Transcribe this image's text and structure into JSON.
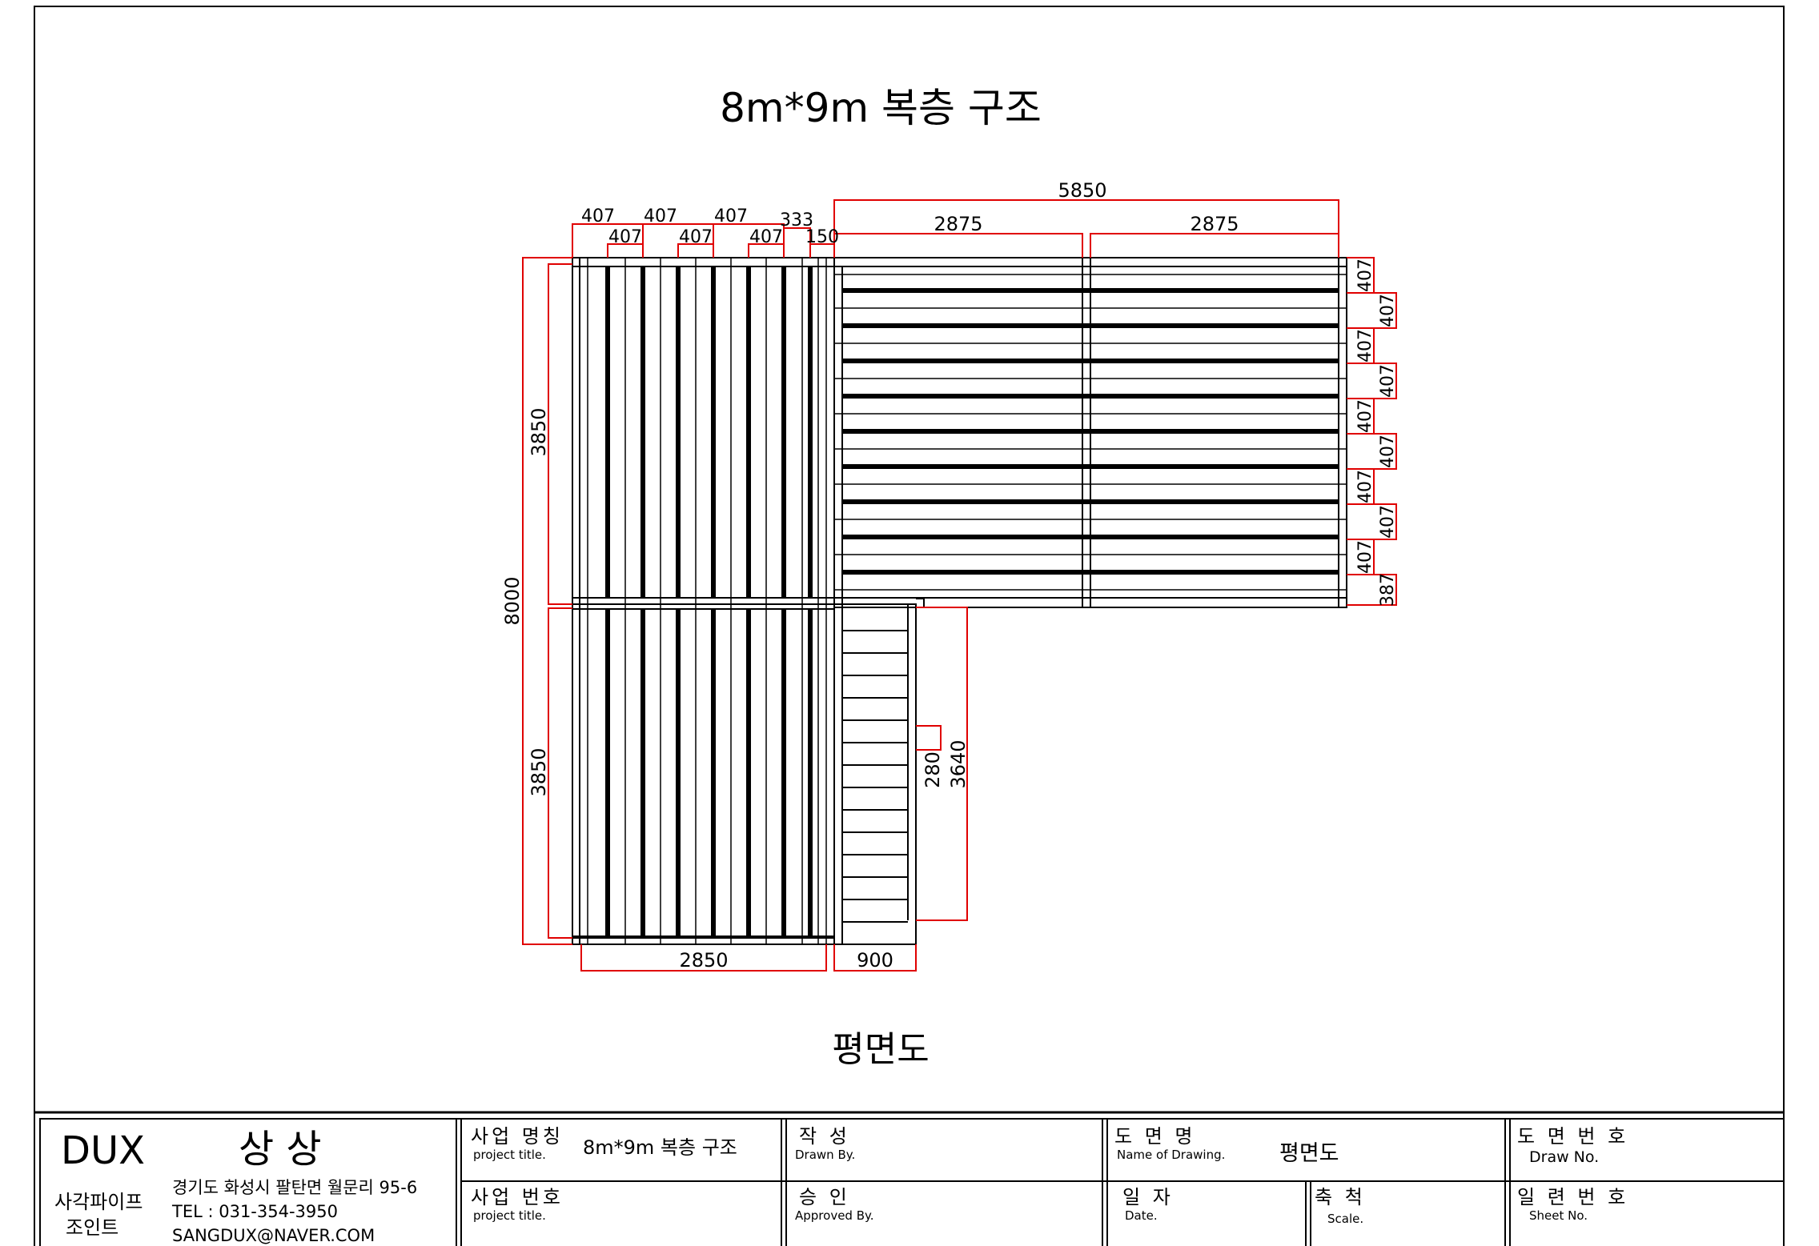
{
  "drawing": {
    "title": "8m*9m  복층 구조",
    "subtitle": "평면도",
    "dimensions": {
      "top_total": "5850",
      "top_halves": [
        "2875",
        "2875"
      ],
      "top_bays_upper": [
        "407",
        "407",
        "407",
        "333"
      ],
      "top_bays_lower": [
        "407",
        "407",
        "407",
        "150"
      ],
      "right_bays": [
        "407",
        "407",
        "407",
        "407",
        "407",
        "407",
        "407",
        "407",
        "407",
        "387"
      ],
      "left_total": "8000",
      "left_upper": "3850",
      "left_lower": "3850",
      "bottom_left": "2850",
      "bottom_stair": "900",
      "stair_step": "280",
      "stair_length": "3640"
    }
  },
  "title_block": {
    "company": "DUX",
    "company_ko": "상 상",
    "product_line1": "사각파이프",
    "product_line2": "조인트",
    "address": "경기도 화성시 팔탄면 월문리 95-6",
    "tel": "TEL : 031-354-3950",
    "email": "SANGDUX@NAVER.COM",
    "project_name_label": "사업 명칭",
    "project_name_sub": "project title.",
    "project_name_value": "8m*9m  복층 구조",
    "project_no_label": "사업 번호",
    "project_no_sub": "project title.",
    "drawn_label": "작    성",
    "drawn_sub": "Drawn By.",
    "approved_label": "승    인",
    "approved_sub": "Approved By.",
    "drawing_name_label": "도  면  명",
    "drawing_name_sub": "Name of Drawing.",
    "drawing_name_value": "평면도",
    "date_label": "일    자",
    "date_sub": "Date.",
    "scale_label": "축    척",
    "scale_sub": "Scale.",
    "drawing_no_label": "도 면 번 호",
    "drawing_no_sub": "Draw No.",
    "sheet_no_label": "일 련 번 호",
    "sheet_no_sub": "Sheet No."
  },
  "colors": {
    "dimension": "#e00000",
    "structure": "#000000"
  }
}
